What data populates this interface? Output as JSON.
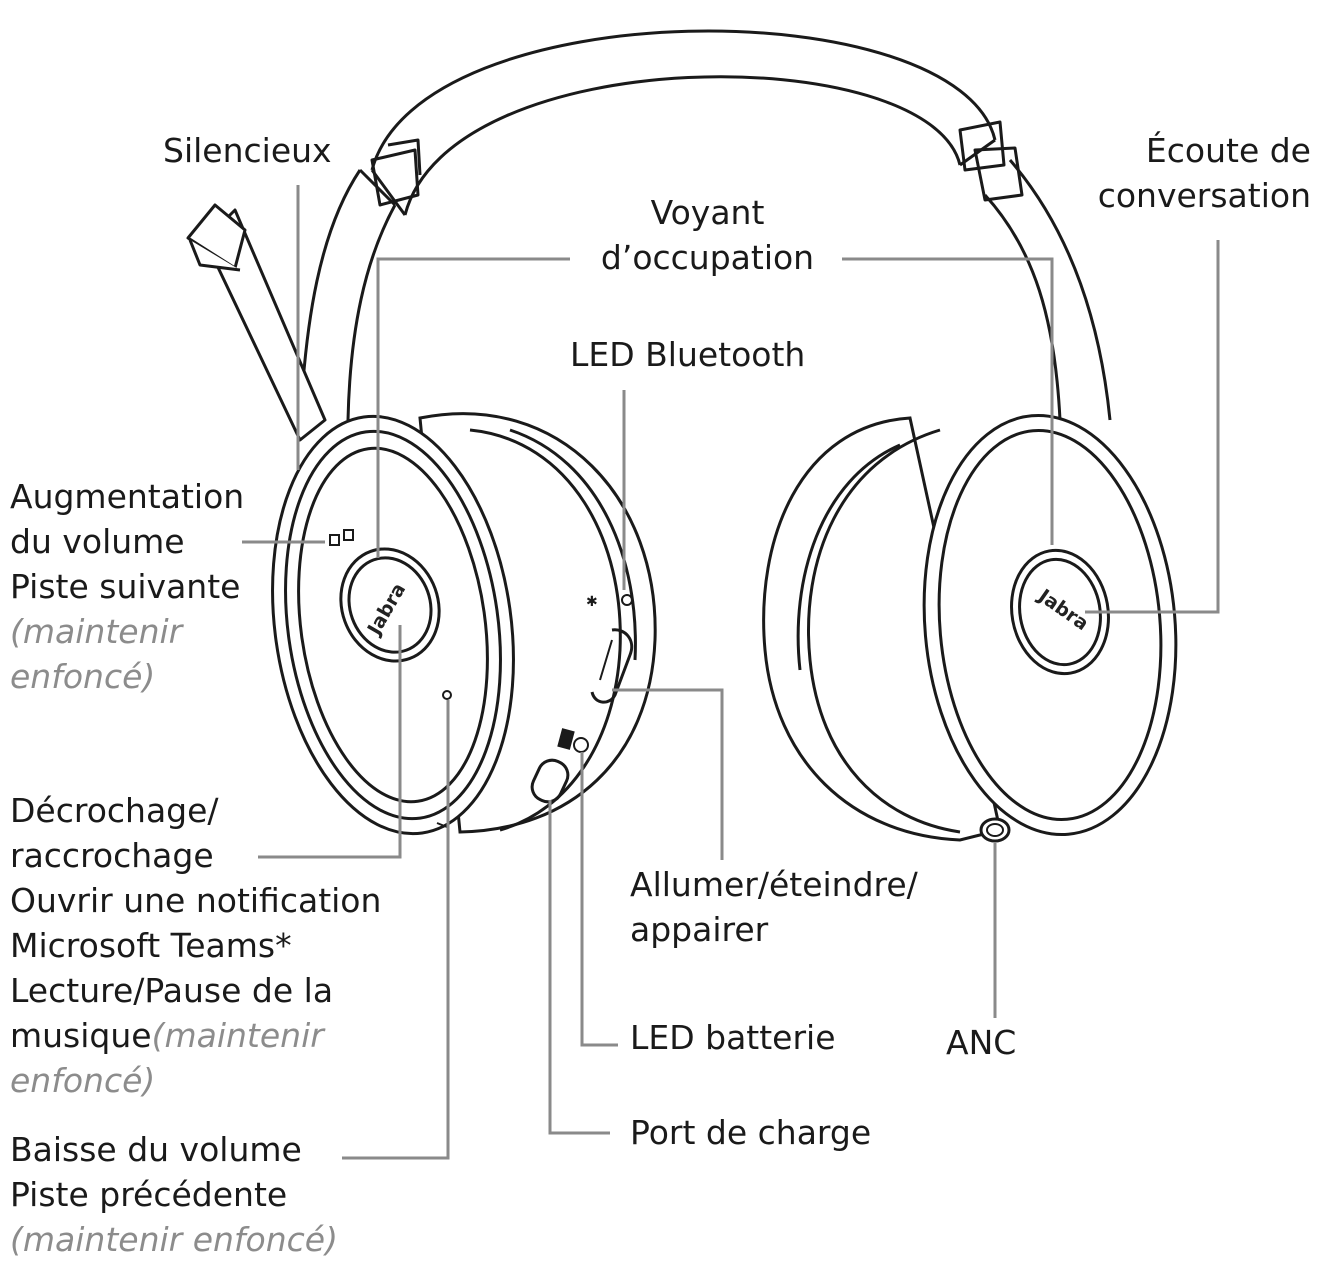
{
  "labels": {
    "silencieux": "Silencieux",
    "ecoute_1": "Écoute de",
    "ecoute_2": "conversation",
    "voyant_1": "Voyant",
    "voyant_2": "d’occupation",
    "led_bluetooth": "LED Bluetooth",
    "augmentation_1": "Augmentation",
    "augmentation_2": "du volume",
    "augmentation_3": "Piste suivante",
    "augmentation_4": "(maintenir",
    "augmentation_5": "enfoncé)",
    "decrochage_1": "Décrochage/",
    "decrochage_2": "raccrochage",
    "decrochage_3": "Ouvrir une notification",
    "decrochage_4": "Microsoft Teams*",
    "decrochage_5": "Lecture/Pause de la",
    "decrochage_6": "musique",
    "decrochage_7": "(maintenir",
    "decrochage_8": "enfoncé)",
    "allumer_1": "Allumer/éteindre/",
    "allumer_2": "appairer",
    "led_batterie": "LED batterie",
    "anc": "ANC",
    "port_charge": "Port de charge",
    "baisse_1": "Baisse du volume",
    "baisse_2": "Piste précédente",
    "baisse_3": "(maintenir enfoncé)"
  },
  "brand": {
    "left_logo": "Jabra",
    "right_logo": "Jabra"
  },
  "colors": {
    "line_art": "#1a1a1a",
    "leader_lines": "#8a8a8a",
    "italic_text": "#8c8c8c"
  }
}
